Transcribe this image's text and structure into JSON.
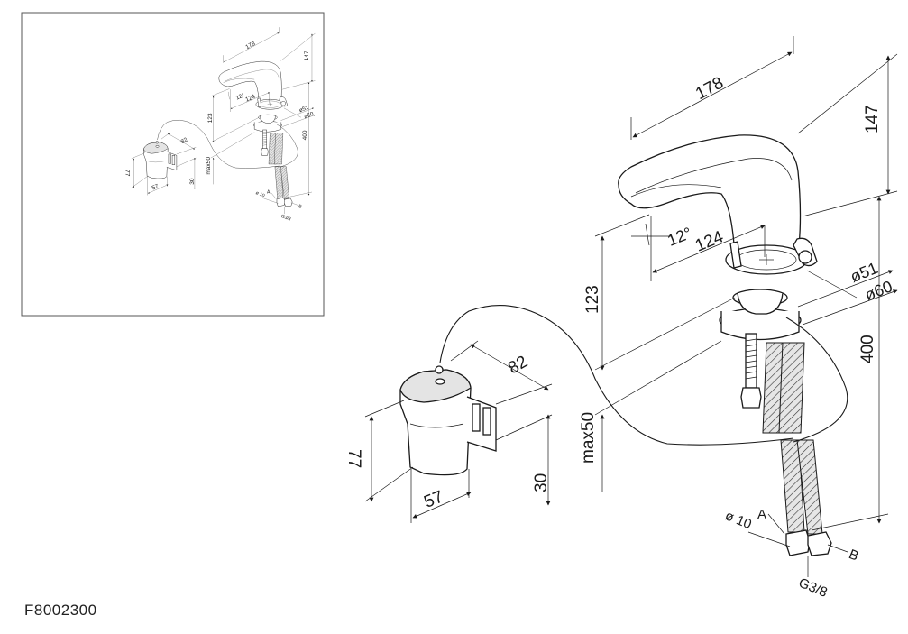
{
  "product_code": "F8002300",
  "dimensions": {
    "spout_length": "178",
    "height_top": "147",
    "angle": "12°",
    "spout_reach": "124",
    "diameter_51": "ø51",
    "diameter_60": "ø60",
    "height_123": "123",
    "height_400": "400",
    "max_thickness": "max50",
    "box_depth": "82",
    "box_height": "77",
    "box_width": "57",
    "bracket_30": "30",
    "diameter_10": "ø 10",
    "inlet_a": "A",
    "inlet_b": "B",
    "thread": "G3/8"
  }
}
